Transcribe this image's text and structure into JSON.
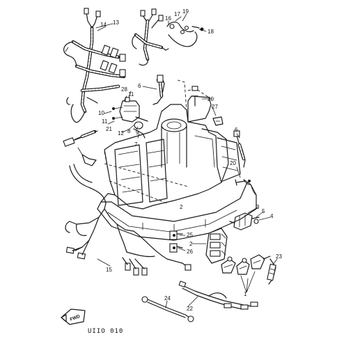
{
  "diagram": {
    "callouts": [
      {
        "id": "c1",
        "label": "1"
      },
      {
        "id": "c2a",
        "label": "2"
      },
      {
        "id": "c2b",
        "label": "2"
      },
      {
        "id": "c3",
        "label": "3"
      },
      {
        "id": "c4",
        "label": "4"
      },
      {
        "id": "c5",
        "label": "5"
      },
      {
        "id": "c6a",
        "label": "6"
      },
      {
        "id": "c6b",
        "label": "6"
      },
      {
        "id": "c7",
        "label": "7"
      },
      {
        "id": "c8",
        "label": "8"
      },
      {
        "id": "c9",
        "label": "9"
      },
      {
        "id": "c10",
        "label": "10"
      },
      {
        "id": "c11a",
        "label": "11"
      },
      {
        "id": "c11b",
        "label": "11"
      },
      {
        "id": "c12",
        "label": "12"
      },
      {
        "id": "c13",
        "label": "13"
      },
      {
        "id": "c14",
        "label": "14"
      },
      {
        "id": "c15",
        "label": "15"
      },
      {
        "id": "c16",
        "label": "16"
      },
      {
        "id": "c17",
        "label": "17"
      },
      {
        "id": "c18",
        "label": "18"
      },
      {
        "id": "c19",
        "label": "19"
      },
      {
        "id": "c20a",
        "label": "20"
      },
      {
        "id": "c20b",
        "label": "20"
      },
      {
        "id": "c21",
        "label": "21"
      },
      {
        "id": "c22",
        "label": "22"
      },
      {
        "id": "c23",
        "label": "23"
      },
      {
        "id": "c24",
        "label": "24"
      },
      {
        "id": "c25",
        "label": "25"
      },
      {
        "id": "c26",
        "label": "26"
      },
      {
        "id": "c27",
        "label": "27"
      },
      {
        "id": "c28",
        "label": "28"
      }
    ],
    "fwd_badge": "FWD",
    "drawing_code": "UIIO 010"
  }
}
